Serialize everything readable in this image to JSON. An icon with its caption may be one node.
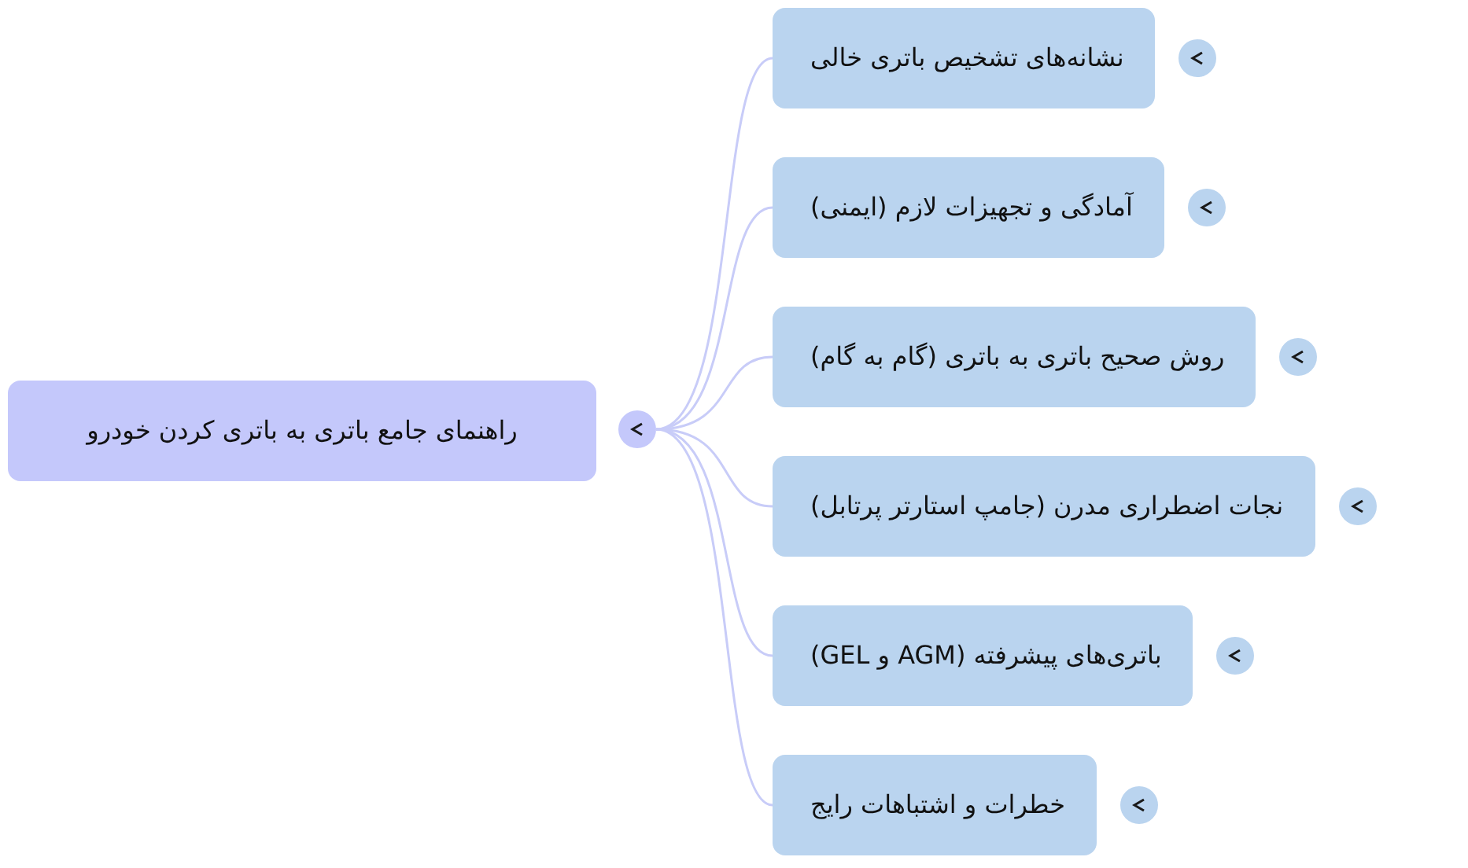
{
  "diagram": {
    "nodes": [
      {
        "text": [
          "راهنمای جامع باتری به باتری کردن خودرو"
        ]
      },
      {
        "text": [],
        "shape": "circle"
      },
      {
        "text": [
          "نشانه‌های تشخیص باتری خالی"
        ]
      },
      {
        "text": [
          "آمادگی و تجهیزات لازم (ایمنی)"
        ]
      },
      {
        "text": [
          "روش صحیح باتری به باتری (گام به گام)"
        ]
      },
      {
        "text": [
          "نجات اضطراری مدرن (جامپ استارتر پرتابل)"
        ]
      },
      {
        "text": [
          "باتری‌های پیشرفته (AGM و GEL)"
        ]
      },
      {
        "text": [
          "خطرات و اشتباهات رایج"
        ]
      }
    ],
    "edges": [
      {
        "from": 1,
        "to": 2,
        "arrow": "none"
      },
      {
        "from": 1,
        "to": 3,
        "arrow": "none"
      },
      {
        "from": 1,
        "to": 4,
        "arrow": "none"
      },
      {
        "from": 1,
        "to": 5,
        "arrow": "none"
      },
      {
        "from": 1,
        "to": 6,
        "arrow": "none"
      },
      {
        "from": 1,
        "to": 7,
        "arrow": "none"
      }
    ]
  }
}
